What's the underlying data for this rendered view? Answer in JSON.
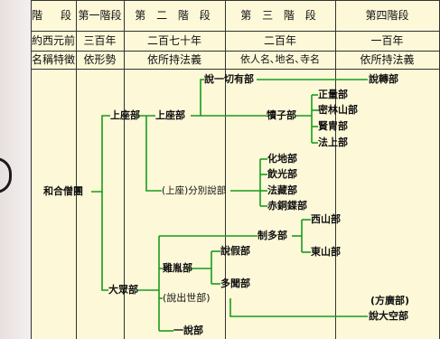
{
  "header": {
    "stage_label": "階　段",
    "stage1": "第一階段",
    "stage2": "第 二 階 段",
    "stage3": "第 三 階 段",
    "stage4": "第四階段"
  },
  "period": {
    "label": "約西元前",
    "stage1": "三百年",
    "stage2": "二百七十年",
    "stage3": "二百年",
    "stage4": "一百年"
  },
  "feature": {
    "label": "名稱特徵",
    "stage1": "依形勢",
    "stage2": "依所持法義",
    "stage3": "依人名､地名､寺名",
    "stage4": "依所持法義"
  },
  "schools": {
    "root": "和合僧團",
    "sthavira": "上座部",
    "sthavira2": "上座部",
    "sarvastivada": "說一切有部",
    "vatsiputriya": "犢子部",
    "dharmottariya": "正量部",
    "bhadrayaniya": "密林山部",
    "sammatiya": "賢胄部",
    "channagirika": "法上部",
    "vibhajyavada": "(上座)分別說部",
    "mahisasaka": "化地部",
    "kasyapiya": "飲光部",
    "dharmaguptaka": "法藏部",
    "tamrasatiya": "赤銅鍱部",
    "sautrantika": "說轉部",
    "mahasanghika": "大眾部",
    "kukkutika": "雞胤部",
    "prajnaptivada": "說假部",
    "bahusrutiya": "多聞部",
    "lokottaravada": "(說出世部)",
    "ekavyavaharika": "一說部",
    "caitika": "制多部",
    "purvasaila": "西山部",
    "aparasaila": "東山部",
    "vaitulya_paren": "(方廣部)",
    "vaitulya": "說大空部"
  }
}
